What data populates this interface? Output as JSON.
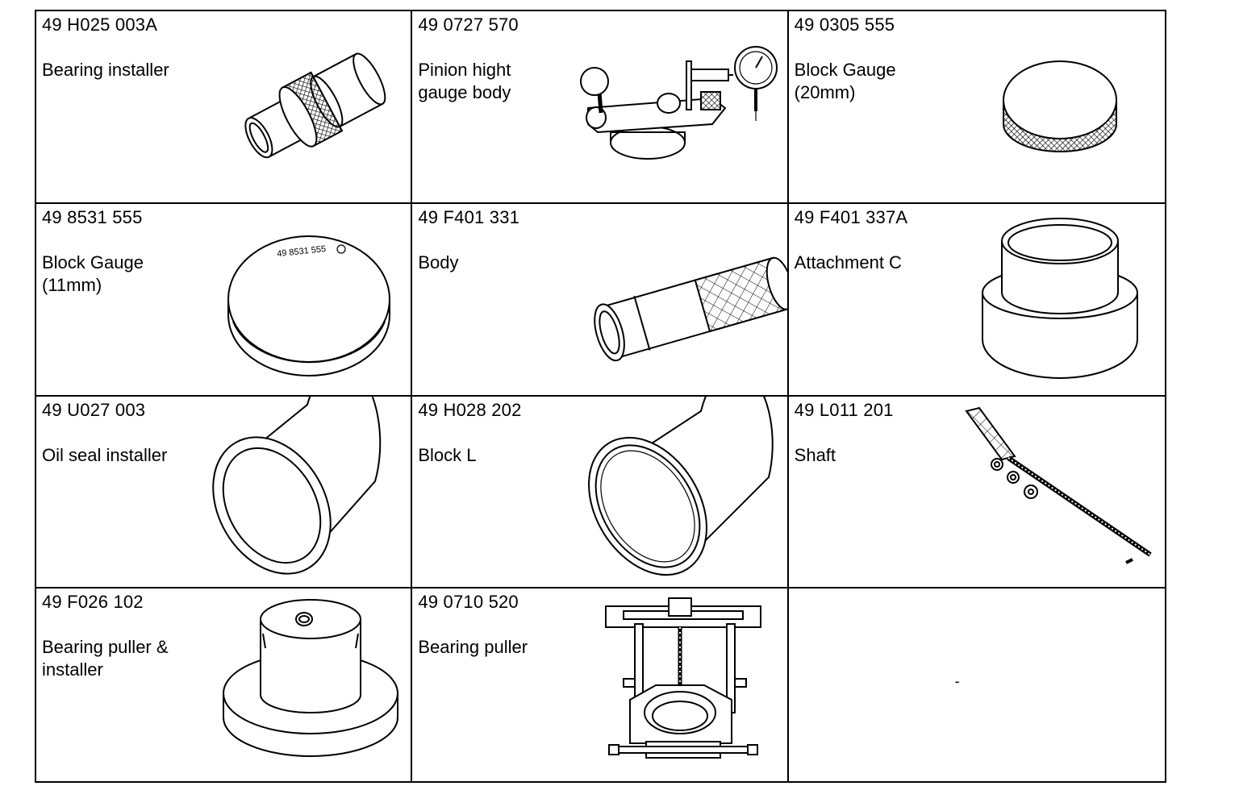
{
  "tools": [
    {
      "part_number": "49 H025 003A",
      "description": "Bearing installer",
      "illustration": "bearing-installer"
    },
    {
      "part_number": "49 0727 570",
      "description": "Pinion hight\ngauge body",
      "illustration": "pinion-height-gauge"
    },
    {
      "part_number": "49 0305 555",
      "description": "Block Gauge\n(20mm)",
      "illustration": "block-gauge-20mm"
    },
    {
      "part_number": "49 8531 555",
      "description": "Block Gauge\n(11mm)",
      "illustration": "block-gauge-11mm",
      "stamp_text": "49 8531 555"
    },
    {
      "part_number": "49 F401 331",
      "description": "Body",
      "illustration": "body"
    },
    {
      "part_number": "49 F401 337A",
      "description": "Attachment C",
      "illustration": "attachment-c"
    },
    {
      "part_number": "49 U027 003",
      "description": "Oil seal installer",
      "illustration": "oil-seal-installer"
    },
    {
      "part_number": "49 H028 202",
      "description": "Block L",
      "illustration": "block-l"
    },
    {
      "part_number": "49 L011 201",
      "description": "Shaft",
      "illustration": "shaft"
    },
    {
      "part_number": "49 F026 102",
      "description": "Bearing puller &\ninstaller",
      "illustration": "bearing-puller-installer"
    },
    {
      "part_number": "49 0710 520",
      "description": "Bearing puller",
      "illustration": "bearing-puller"
    },
    {
      "part_number": "",
      "description": "",
      "empty_mark": "-"
    }
  ]
}
